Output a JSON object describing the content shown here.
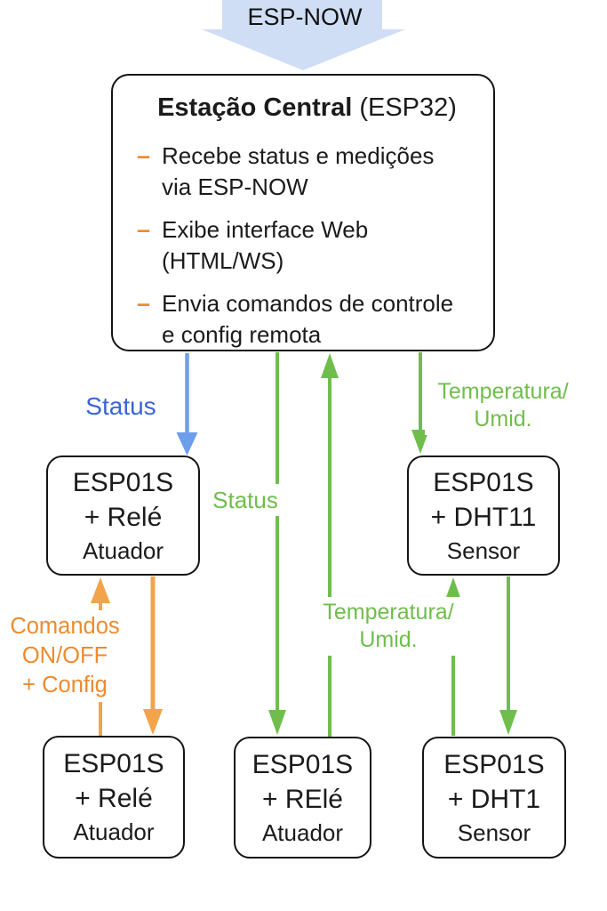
{
  "colors": {
    "light_blue": "#cfdef5",
    "blue_arrow": "#6d9eeb",
    "blue_text": "#3b64d8",
    "green": "#6fbe4c",
    "orange_arrow": "#f2a44b",
    "orange_text": "#ed8b2e",
    "outline": "#141414"
  },
  "top_arrow": {
    "label": "ESP-NOW"
  },
  "central_box": {
    "title_bold": "Estação Central",
    "title_paren": " (ESP32)",
    "bullet_dash": "–",
    "bullets": [
      "Recebe status e medições\nvia ESP-NOW",
      "Exibe interface Web\n(HTML/WS)",
      "Envia comandos de controle\ne config remota"
    ]
  },
  "nodes": [
    {
      "id": "relay-upper",
      "main": "ESP01S\n+ Relé",
      "role": "Atuador"
    },
    {
      "id": "dht-upper",
      "main": "ESP01S\n+ DHT11",
      "role": "Sensor"
    },
    {
      "id": "relay-lower-left",
      "main": "ESP01S\n+ Relé",
      "role": "Atuador"
    },
    {
      "id": "relay-lower-middle",
      "main": "ESP01S\n+ RElé",
      "role": "Atuador"
    },
    {
      "id": "dht-lower",
      "main": "ESP01S\n+ DHT1",
      "role": "Sensor"
    }
  ],
  "edge_labels": {
    "status_blue": "Status",
    "status_green": "Status",
    "temp_upper": "Temperatura/\nUmid.",
    "temp_middle": "Temperatura/\nUmid.",
    "comandos": "Comandos\nON/OFF\n+ Config"
  }
}
